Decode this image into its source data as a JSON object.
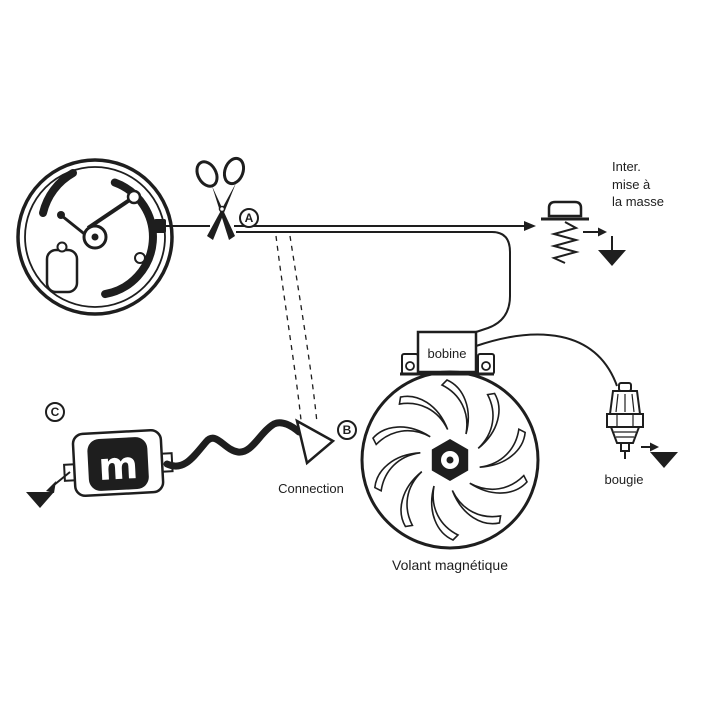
{
  "diagram": {
    "labels": {
      "marker_a": "A",
      "marker_b": "B",
      "marker_c": "C",
      "ground_switch": "Inter.\nmise à\nla masse",
      "coil": "bobine",
      "spark_plug": "bougie",
      "flywheel": "Volant magnétique",
      "connection": "Connection",
      "module_logo": "m"
    },
    "colors": {
      "line": "#1e1e1e",
      "background": "#ffffff",
      "module_fill": "#111111"
    }
  }
}
